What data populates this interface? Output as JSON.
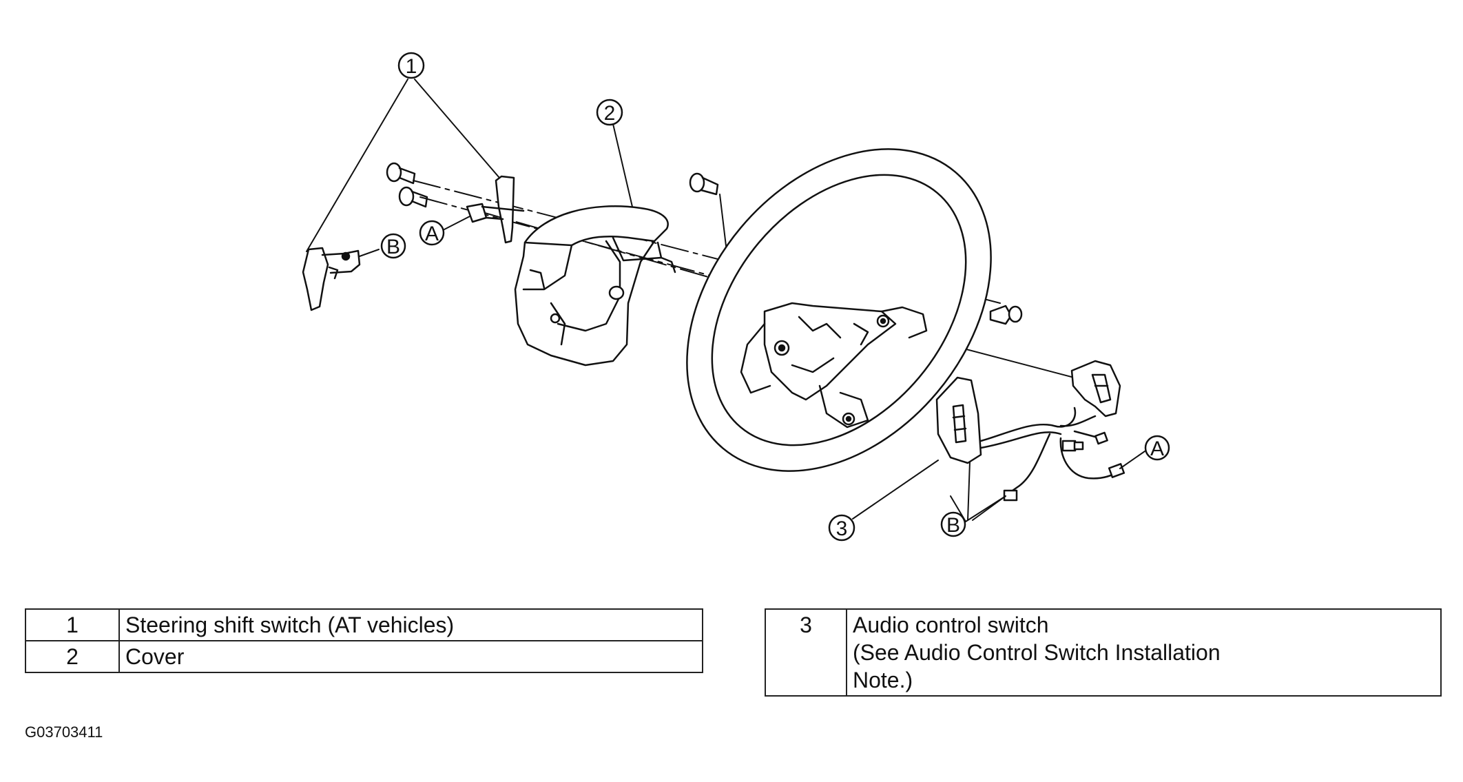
{
  "callouts": {
    "one": "1",
    "two": "2",
    "three": "3",
    "a_top": "A",
    "b_top": "B",
    "a_bottom": "A",
    "b_bottom": "B"
  },
  "legend_left": [
    {
      "num": "1",
      "desc": "Steering shift switch (AT vehicles)"
    },
    {
      "num": "2",
      "desc": "Cover"
    }
  ],
  "legend_right": {
    "num": "3",
    "lines": [
      "Audio control switch",
      "(See  Audio Control Switch Installation",
      "Note.)"
    ]
  },
  "figure_code": "G03703411"
}
